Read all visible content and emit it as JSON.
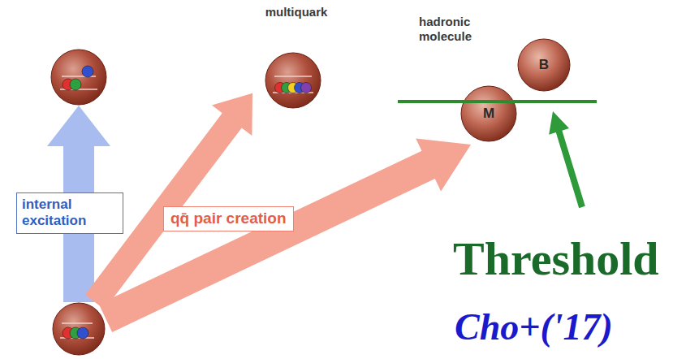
{
  "diagram": {
    "nodes": [
      {
        "text": []
      },
      {
        "text": [
          "multiquark"
        ]
      },
      {
        "text": [
          "hadronic molecule"
        ]
      },
      {
        "text": [
          "B"
        ],
        "in": 2
      },
      {
        "text": [
          "M"
        ],
        "in": 2
      },
      {
        "text": []
      }
    ],
    "edges": [
      {
        "from": 5,
        "to": 0,
        "arrow": "to",
        "label": "internal excitation"
      },
      {
        "from": 5,
        "to": 1,
        "arrow": "to"
      },
      {
        "from": 5,
        "to": 2,
        "arrow": "to",
        "label": "qq̄ pair creation"
      }
    ],
    "labels": [
      "Threshold",
      "Cho+('17)"
    ]
  }
}
